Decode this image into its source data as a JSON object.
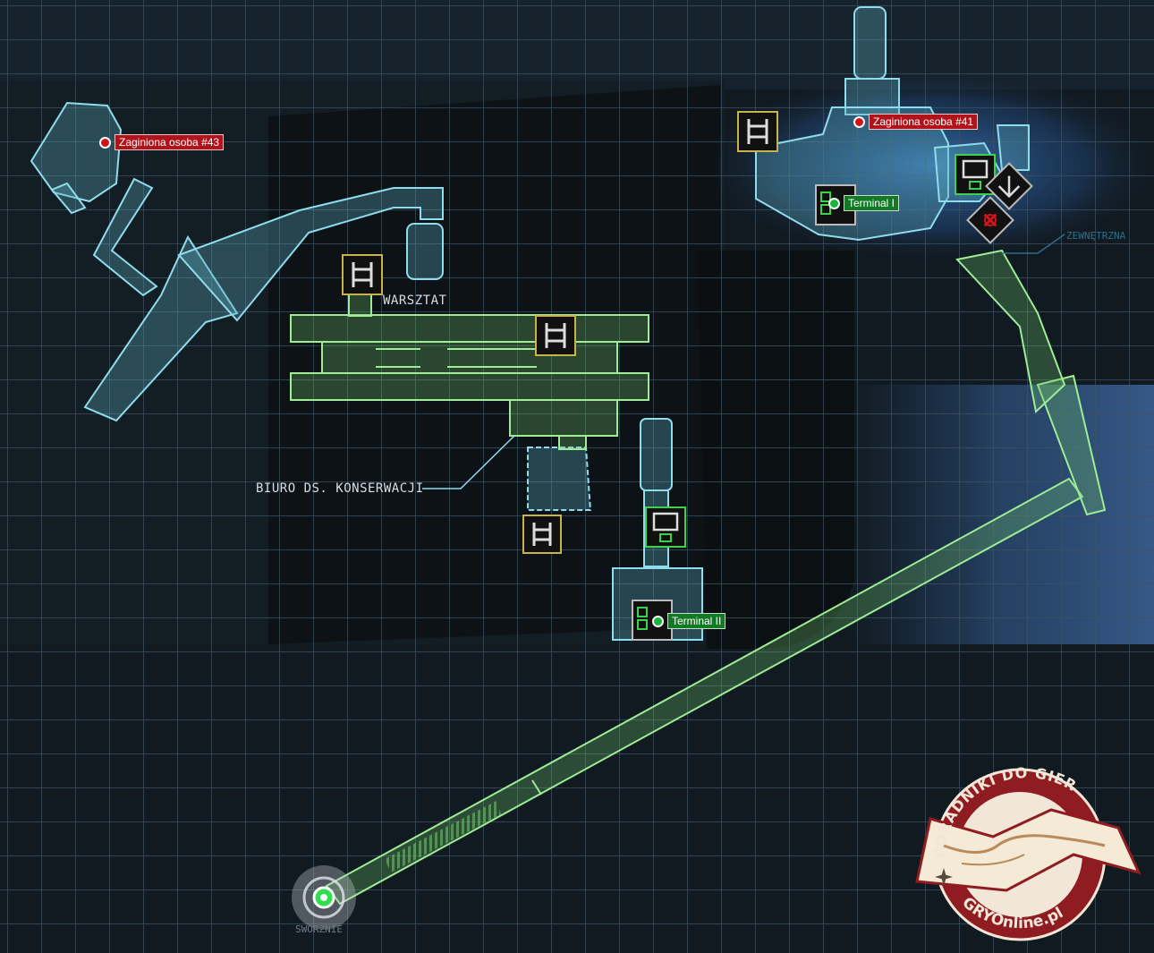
{
  "pins": [
    {
      "label": "Zaginiona osoba #43",
      "color": "red"
    },
    {
      "label": "Zaginiona osoba #41",
      "color": "red"
    },
    {
      "label": "Terminal I",
      "color": "green"
    },
    {
      "label": "Terminal II",
      "color": "green"
    }
  ],
  "area_labels": {
    "warsztat": "WARSZTAT",
    "biuro": "BIURO DS. KONSERWACJI",
    "zewnetrzna": "ZEWNĘTRZNA",
    "sworznie": "SWORZNIE"
  },
  "logo": {
    "top_text": "PORADNIKI DO GIER",
    "bottom_text": "GRYOnline.pl"
  },
  "colors": {
    "background": "#0d1216",
    "grid": "#3a4f5e",
    "cyan_room": "#7fd3e3",
    "green_room": "#96e68e",
    "ladder_icon": "#c8b44a",
    "save_icon": "#3bd24e",
    "pin_red": "#b0141a",
    "pin_green": "#127a24",
    "logo_red": "#8e1c20"
  },
  "icons": [
    "ladder-icon",
    "save-station-icon",
    "terminal-icon",
    "elevator-icon",
    "blocked-door-icon",
    "player-location-icon",
    "compass-icon"
  ]
}
